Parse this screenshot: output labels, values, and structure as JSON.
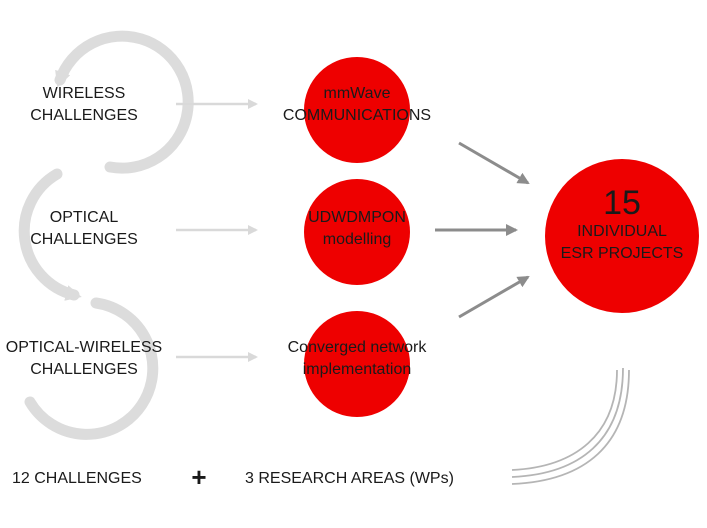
{
  "challenges": [
    {
      "line1": "WIRELESS",
      "line2": "CHALLENGES"
    },
    {
      "line1": "OPTICAL",
      "line2": "CHALLENGES"
    },
    {
      "line1": "OPTICAL-WIRELESS",
      "line2": "CHALLENGES"
    }
  ],
  "research_areas": [
    {
      "line1": "mmWave",
      "line2": "COMMUNICATIONS"
    },
    {
      "line1": "UDWDMPON",
      "line2": "modelling"
    },
    {
      "line1": "Converged network",
      "line2": "implementation"
    }
  ],
  "projects": {
    "count": "15",
    "line1": "INDIVIDUAL",
    "line2": "ESR PROJECTS"
  },
  "footer": {
    "challenges": "12 CHALLENGES",
    "plus": "+",
    "areas": "3 RESEARCH AREAS (WPs)"
  },
  "colors": {
    "accent_red": "#ee0000",
    "ring_gray": "#dcdcdc",
    "arrow_light": "#d9d9d9",
    "arrow_dark": "#8c8c8c"
  }
}
